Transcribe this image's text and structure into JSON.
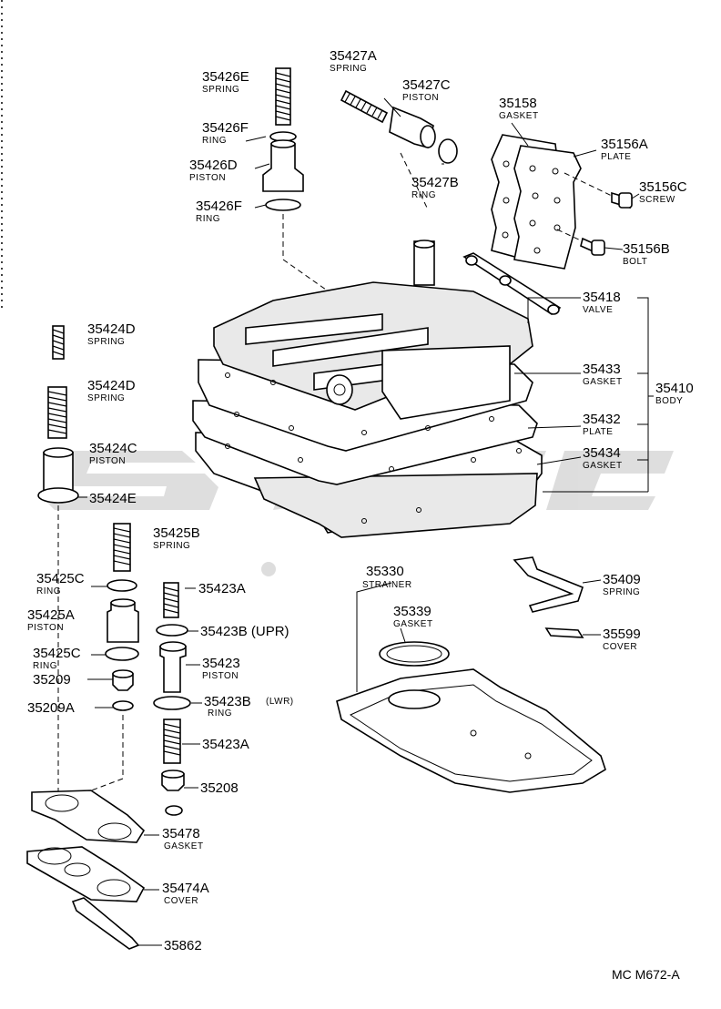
{
  "parts": [
    {
      "id": "35426E",
      "name": "SPRING"
    },
    {
      "id": "35426F",
      "name": "RING"
    },
    {
      "id": "35426D",
      "name": "PISTON"
    },
    {
      "id": "35426F",
      "name": "RING"
    },
    {
      "id": "35427A",
      "name": "SPRING"
    },
    {
      "id": "35427C",
      "name": "PISTON"
    },
    {
      "id": "35427B",
      "name": "RING"
    },
    {
      "id": "35158",
      "name": "GASKET"
    },
    {
      "id": "35156A",
      "name": "PLATE"
    },
    {
      "id": "35156C",
      "name": "SCREW"
    },
    {
      "id": "35156B",
      "name": "BOLT"
    },
    {
      "id": "35418",
      "name": "VALVE"
    },
    {
      "id": "35433",
      "name": "GASKET"
    },
    {
      "id": "35410",
      "name": "BODY"
    },
    {
      "id": "35432",
      "name": "PLATE"
    },
    {
      "id": "35434",
      "name": "GASKET"
    },
    {
      "id": "35424D",
      "name": "SPRING"
    },
    {
      "id": "35424D",
      "name": "SPRING"
    },
    {
      "id": "35424C",
      "name": "PISTON"
    },
    {
      "id": "35424E",
      "name": ""
    },
    {
      "id": "35425B",
      "name": "SPRING"
    },
    {
      "id": "35425C",
      "name": "RING"
    },
    {
      "id": "35425A",
      "name": "PISTON"
    },
    {
      "id": "35425C",
      "name": "RING"
    },
    {
      "id": "35209",
      "name": ""
    },
    {
      "id": "35209A",
      "name": ""
    },
    {
      "id": "35423A",
      "name": ""
    },
    {
      "id": "35423B (UPR)",
      "name": ""
    },
    {
      "id": "35423",
      "name": "PISTON"
    },
    {
      "id": "35423B",
      "name": "RING",
      "note": "(LWR)"
    },
    {
      "id": "35423A",
      "name": ""
    },
    {
      "id": "35208",
      "name": ""
    },
    {
      "id": "35478",
      "name": "GASKET"
    },
    {
      "id": "35474A",
      "name": "COVER"
    },
    {
      "id": "35862",
      "name": ""
    },
    {
      "id": "35330",
      "name": "STRAINER"
    },
    {
      "id": "35339",
      "name": "GASKET"
    },
    {
      "id": "35409",
      "name": "SPRING"
    },
    {
      "id": "35599",
      "name": "COVER"
    }
  ],
  "reference": "MC M672-A"
}
